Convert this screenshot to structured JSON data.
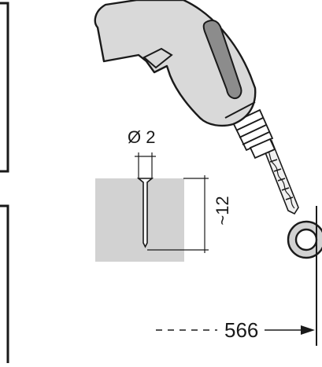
{
  "diagram": {
    "hole_diameter_label": "Ø 2",
    "hole_depth_label": "~12",
    "distance_label": "566",
    "colors": {
      "line": "#1a1a1a",
      "block_fill": "#d2d2d2",
      "drill_body": "#d9d9d9",
      "drill_dark": "#8c8c8c",
      "background": "#ffffff"
    }
  }
}
